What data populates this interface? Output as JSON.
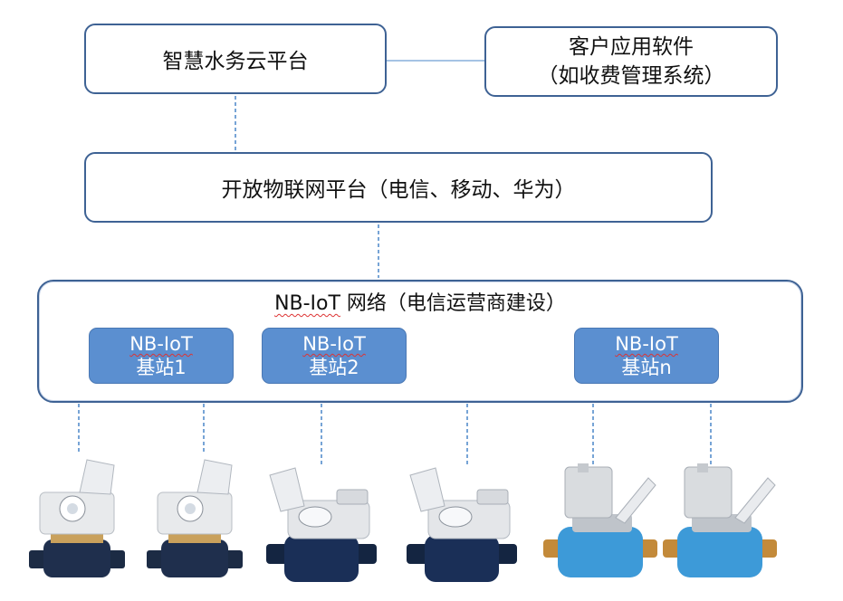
{
  "cloud_platform": {
    "label": "智慧水务云平台"
  },
  "client_software": {
    "line1": "客户应用软件",
    "line2": "（如收费管理系统）"
  },
  "iot_platform": {
    "label": "开放物联网平台（电信、移动、华为）"
  },
  "nb_network": {
    "title_prefix": "NB-IoT",
    "title_rest": " 网络（电信运营商建设）"
  },
  "base_stations": [
    {
      "protocol": "NB-IoT",
      "name": "基站1"
    },
    {
      "protocol": "NB-IoT",
      "name": "基站2"
    },
    {
      "protocol": "NB-IoT",
      "name": "基站n"
    }
  ],
  "meters": [
    {
      "style": "brass-dark"
    },
    {
      "style": "brass-dark"
    },
    {
      "style": "navy-tall"
    },
    {
      "style": "navy-tall"
    },
    {
      "style": "blue-brass"
    },
    {
      "style": "blue-brass"
    }
  ],
  "colors": {
    "box_border": "#3e6294",
    "station_fill": "#5b8fd0",
    "connector": "#4a86c8"
  }
}
